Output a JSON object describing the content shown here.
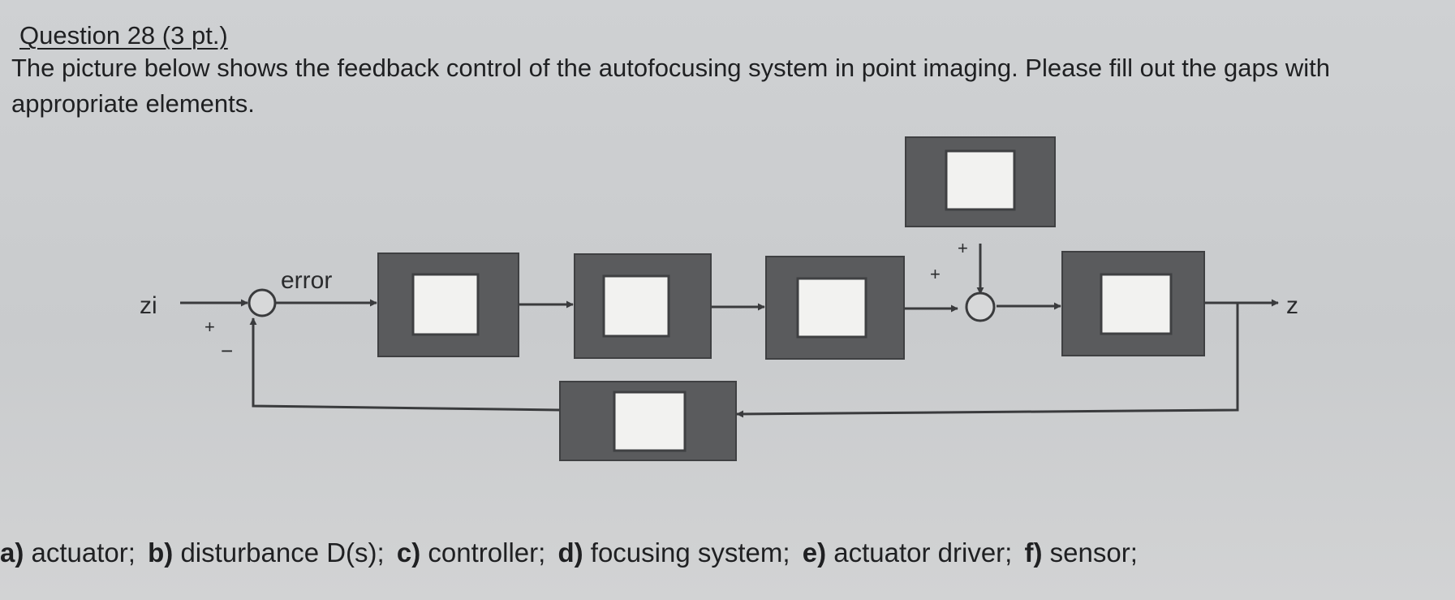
{
  "question": {
    "title": "Question 28 (3 pt.)",
    "text": "The picture below shows the feedback control of the autofocusing system in point imaging. Please fill out the gaps with appropriate elements."
  },
  "diagram": {
    "input_label": "zi",
    "output_label": "z",
    "error_label": "error",
    "sum1_plus": "+",
    "sum1_minus": "−",
    "sum2_plus_left": "+",
    "sum2_plus_top": "+"
  },
  "answers": [
    {
      "letter": "a)",
      "text": "actuator;"
    },
    {
      "letter": "b)",
      "text": "disturbance D(s);"
    },
    {
      "letter": "c)",
      "text": "controller;"
    },
    {
      "letter": "d)",
      "text": "focusing system;"
    },
    {
      "letter": "e)",
      "text": "actuator driver;"
    },
    {
      "letter": "f)",
      "text": "sensor;"
    }
  ],
  "colors": {
    "block_fill": "#5a5b5d",
    "gap_fill": "#f2f2f0",
    "line": "#3a3b3d"
  }
}
